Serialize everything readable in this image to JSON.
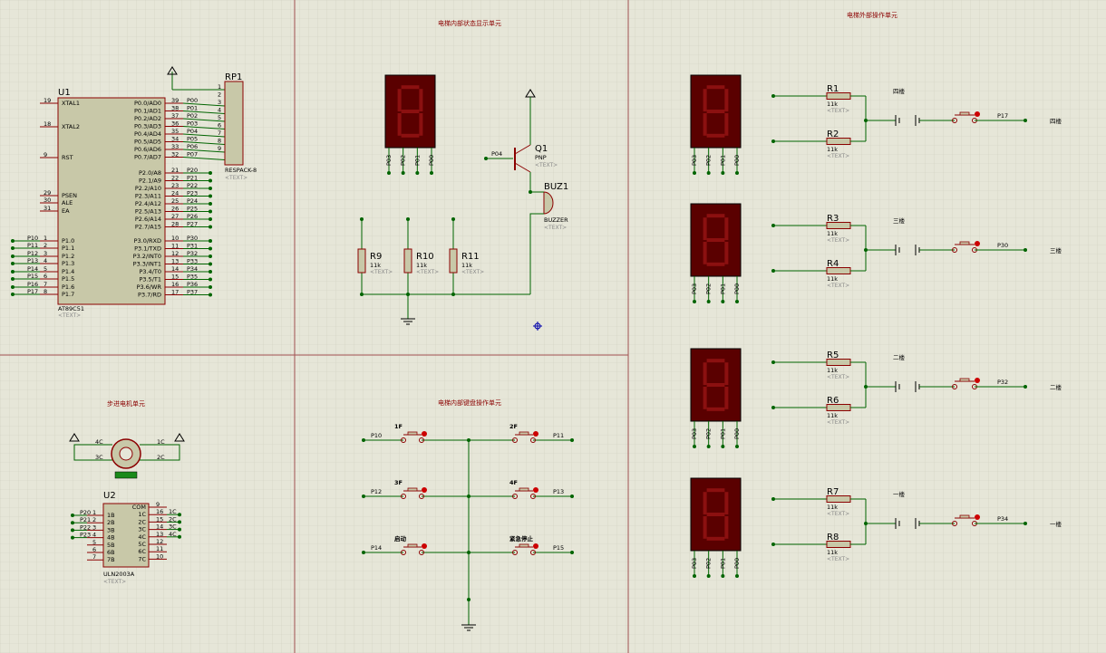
{
  "sections": {
    "elevator_internal_display": "电梯内部状态显示单元",
    "elevator_external_control": "电梯外部操作单元",
    "stepper_motor": "步进电机单元",
    "elevator_internal_keypad": "电梯内部键盘操作单元"
  },
  "u1": {
    "ref": "U1",
    "part": "AT89C51",
    "text_placeholder": "<TEXT>",
    "left_pins": [
      {
        "num": "19",
        "name": "XTAL1"
      },
      {
        "num": "18",
        "name": "XTAL2"
      },
      {
        "num": "9",
        "name": "RST"
      },
      {
        "num": "29",
        "name": "PSEN"
      },
      {
        "num": "30",
        "name": "ALE"
      },
      {
        "num": "31",
        "name": "EA"
      },
      {
        "num": "1",
        "name": "P1.0",
        "net": "P10"
      },
      {
        "num": "2",
        "name": "P1.1",
        "net": "P11"
      },
      {
        "num": "3",
        "name": "P1.2",
        "net": "P12"
      },
      {
        "num": "4",
        "name": "P1.3",
        "net": "P13"
      },
      {
        "num": "5",
        "name": "P1.4",
        "net": "P14"
      },
      {
        "num": "6",
        "name": "P1.5",
        "net": "P15"
      },
      {
        "num": "7",
        "name": "P1.6",
        "net": "P16"
      },
      {
        "num": "8",
        "name": "P1.7",
        "net": "P17"
      }
    ],
    "right_pins": [
      {
        "num": "39",
        "name": "P0.0/AD0",
        "net": "P00"
      },
      {
        "num": "38",
        "name": "P0.1/AD1",
        "net": "P01"
      },
      {
        "num": "37",
        "name": "P0.2/AD2",
        "net": "P02"
      },
      {
        "num": "36",
        "name": "P0.3/AD3",
        "net": "P03"
      },
      {
        "num": "35",
        "name": "P0.4/AD4",
        "net": "P04"
      },
      {
        "num": "34",
        "name": "P0.5/AD5",
        "net": "P05"
      },
      {
        "num": "33",
        "name": "P0.6/AD6",
        "net": "P06"
      },
      {
        "num": "32",
        "name": "P0.7/AD7",
        "net": "P07"
      },
      {
        "num": "21",
        "name": "P2.0/A8",
        "net": "P20"
      },
      {
        "num": "22",
        "name": "P2.1/A9",
        "net": "P21"
      },
      {
        "num": "23",
        "name": "P2.2/A10",
        "net": "P22"
      },
      {
        "num": "24",
        "name": "P2.3/A11",
        "net": "P23"
      },
      {
        "num": "25",
        "name": "P2.4/A12",
        "net": "P24"
      },
      {
        "num": "26",
        "name": "P2.5/A13",
        "net": "P25"
      },
      {
        "num": "27",
        "name": "P2.6/A14",
        "net": "P26"
      },
      {
        "num": "28",
        "name": "P2.7/A15",
        "net": "P27"
      },
      {
        "num": "10",
        "name": "P3.0/RXD",
        "net": "P30"
      },
      {
        "num": "11",
        "name": "P3.1/TXD",
        "net": "P31"
      },
      {
        "num": "12",
        "name": "P3.2/INT0",
        "net": "P32"
      },
      {
        "num": "13",
        "name": "P3.3/INT1",
        "net": "P33"
      },
      {
        "num": "14",
        "name": "P3.4/T0",
        "net": "P34"
      },
      {
        "num": "15",
        "name": "P3.5/T1",
        "net": "P35"
      },
      {
        "num": "16",
        "name": "P3.6/WR",
        "net": "P36"
      },
      {
        "num": "17",
        "name": "P3.7/RD",
        "net": "P37"
      }
    ]
  },
  "rp1": {
    "ref": "RP1",
    "part": "RESPACK-8",
    "text_placeholder": "<TEXT>",
    "pins": [
      "1",
      "2",
      "3",
      "4",
      "5",
      "6",
      "7",
      "8",
      "9"
    ]
  },
  "u2": {
    "ref": "U2",
    "part": "ULN2003A",
    "text_placeholder": "<TEXT>",
    "left_nets": [
      "P20",
      "P21",
      "P22",
      "P23"
    ],
    "left_pins": [
      {
        "num": "1",
        "name": "1B"
      },
      {
        "num": "2",
        "name": "2B"
      },
      {
        "num": "3",
        "name": "3B"
      },
      {
        "num": "4",
        "name": "4B"
      },
      {
        "num": "5",
        "name": "5B"
      },
      {
        "num": "6",
        "name": "6B"
      },
      {
        "num": "7",
        "name": "7B"
      }
    ],
    "right_pins": [
      {
        "num": "9",
        "name": "COM"
      },
      {
        "num": "16",
        "name": "1C",
        "net": "1C"
      },
      {
        "num": "15",
        "name": "2C",
        "net": "2C"
      },
      {
        "num": "14",
        "name": "3C",
        "net": "3C"
      },
      {
        "num": "13",
        "name": "4C",
        "net": "4C"
      },
      {
        "num": "12",
        "name": "5C"
      },
      {
        "num": "11",
        "name": "6C"
      },
      {
        "num": "10",
        "name": "7C"
      }
    ]
  },
  "motor": {
    "labels": [
      "4C",
      "3C",
      "1C",
      "2C"
    ]
  },
  "q1": {
    "ref": "Q1",
    "part": "PNP",
    "text_placeholder": "<TEXT>",
    "net": "P04"
  },
  "buz1": {
    "ref": "BUZ1",
    "part": "BUZZER",
    "text_placeholder": "<TEXT>"
  },
  "internal_resistors": [
    {
      "ref": "R9",
      "value": "11k",
      "text_placeholder": "<TEXT>"
    },
    {
      "ref": "R10",
      "value": "11k",
      "text_placeholder": "<TEXT>"
    },
    {
      "ref": "R11",
      "value": "11k",
      "text_placeholder": "<TEXT>"
    }
  ],
  "seven_seg_pins": [
    "P03",
    "P02",
    "P01",
    "P00"
  ],
  "floors": [
    {
      "label": "四楼",
      "r_top": "R1",
      "r_bot": "R2",
      "value": "11k",
      "net": "P17",
      "text_placeholder": "<TEXT>"
    },
    {
      "label": "三楼",
      "r_top": "R3",
      "r_bot": "R4",
      "value": "11k",
      "net": "P30",
      "text_placeholder": "<TEXT>"
    },
    {
      "label": "二楼",
      "r_top": "R5",
      "r_bot": "R6",
      "value": "11k",
      "net": "P32",
      "text_placeholder": "<TEXT>"
    },
    {
      "label": "一楼",
      "r_top": "R7",
      "r_bot": "R8",
      "value": "11k",
      "net": "P34",
      "text_placeholder": "<TEXT>"
    }
  ],
  "keypad": [
    {
      "label": "1F",
      "net": "P10",
      "side": "left"
    },
    {
      "label": "2F",
      "net": "P11",
      "side": "right"
    },
    {
      "label": "3F",
      "net": "P12",
      "side": "left"
    },
    {
      "label": "4F",
      "net": "P13",
      "side": "right"
    },
    {
      "label": "启动",
      "net": "P14",
      "side": "left"
    },
    {
      "label": "紧急停止",
      "net": "P15",
      "side": "right"
    }
  ],
  "colors": {
    "background": "#e6e6d8",
    "grid": "#cfcfc0",
    "wire": "#006400",
    "component": "#8b0000",
    "ic_fill": "#c8c8a8",
    "led_bg": "#5a0000",
    "led_segment": "#8b1010",
    "border_line": "#a05050"
  }
}
